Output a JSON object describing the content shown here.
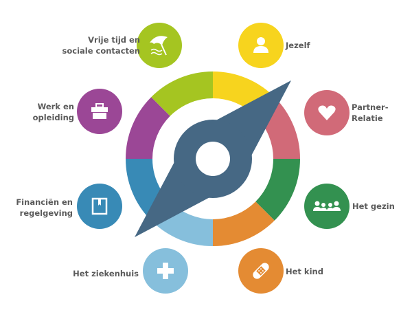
{
  "colors": {
    "needle": "#466884"
  },
  "segments": [
    {
      "key": "jezelf",
      "color": "#F7D41E"
    },
    {
      "key": "partner",
      "color": "#D16A78"
    },
    {
      "key": "gezin",
      "color": "#339150"
    },
    {
      "key": "kind",
      "color": "#E48B33"
    },
    {
      "key": "ziekenhuis",
      "color": "#86BFDC"
    },
    {
      "key": "financien",
      "color": "#388AB6"
    },
    {
      "key": "werk",
      "color": "#9B4796"
    },
    {
      "key": "vrije",
      "color": "#A5C521"
    }
  ],
  "items": {
    "vrije": {
      "lines": [
        "Vrije tijd en",
        "sociale contacten"
      ],
      "icon": "beach-umbrella-icon",
      "color": "#A5C521"
    },
    "jezelf": {
      "lines": [
        "Jezelf"
      ],
      "icon": "person-icon",
      "color": "#F7D41E"
    },
    "werk": {
      "lines": [
        "Werk en",
        "opleiding"
      ],
      "icon": "toolbox-icon",
      "color": "#9B4796"
    },
    "partner": {
      "lines": [
        "Partner-",
        "Relatie"
      ],
      "icon": "heart-icon",
      "color": "#D16A78"
    },
    "financien": {
      "lines": [
        "Financiën en",
        "regelgeving"
      ],
      "icon": "book-icon",
      "color": "#388AB6"
    },
    "gezin": {
      "lines": [
        "Het gezin"
      ],
      "icon": "family-icon",
      "color": "#339150"
    },
    "ziekenhuis": {
      "lines": [
        "Het ziekenhuis"
      ],
      "icon": "medical-cross-icon",
      "color": "#86BFDC"
    },
    "kind": {
      "lines": [
        "Het kind"
      ],
      "icon": "bandage-icon",
      "color": "#E48B33"
    }
  }
}
